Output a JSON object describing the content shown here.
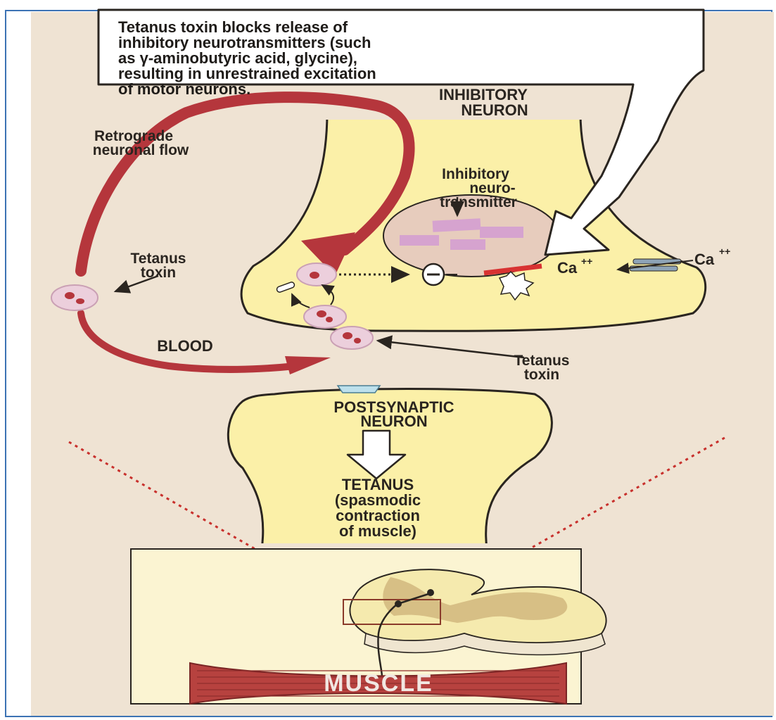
{
  "callout": {
    "lines": [
      "Tetanus toxin blocks release of",
      "inhibitory neurotransmitters (such",
      "as γ-aminobutyric acid, glycine),",
      "resulting in unrestrained excitation",
      "of motor neurons."
    ]
  },
  "labels": {
    "inhibitory_neuron": [
      "INHIBITORY",
      "NEURON"
    ],
    "retrograde_flow": [
      "Retrograde",
      "neuronal flow"
    ],
    "inhibitory_neurotransmitter": [
      "Inhibitory",
      "neuro-",
      "transmitter"
    ],
    "tetanus_toxin_left": [
      "Tetanus",
      "toxin"
    ],
    "tetanus_toxin_bottom": [
      "Tetanus",
      "toxin"
    ],
    "blood": "BLOOD",
    "inhibition_symbol": "⊖",
    "ca_inner": "Ca",
    "ca_inner_charge": "++",
    "ca_outer": "Ca",
    "ca_outer_charge": "++",
    "postsynaptic_neuron": [
      "POSTSYNAPTIC",
      "NEURON"
    ],
    "tetanus": [
      "TETANUS",
      "(spasmodic",
      "contraction",
      "of muscle)"
    ],
    "muscle": "MUSCLE"
  },
  "colors": {
    "background": "#efe3d3",
    "border": "#3c73b4",
    "neuron_fill": "#fbf0a8",
    "retrograde_arrow": "#b5363c",
    "vesicle_fill": "#eccfdc",
    "muscle_fill": "#b7423f",
    "dotted_line": "#c8302c"
  }
}
